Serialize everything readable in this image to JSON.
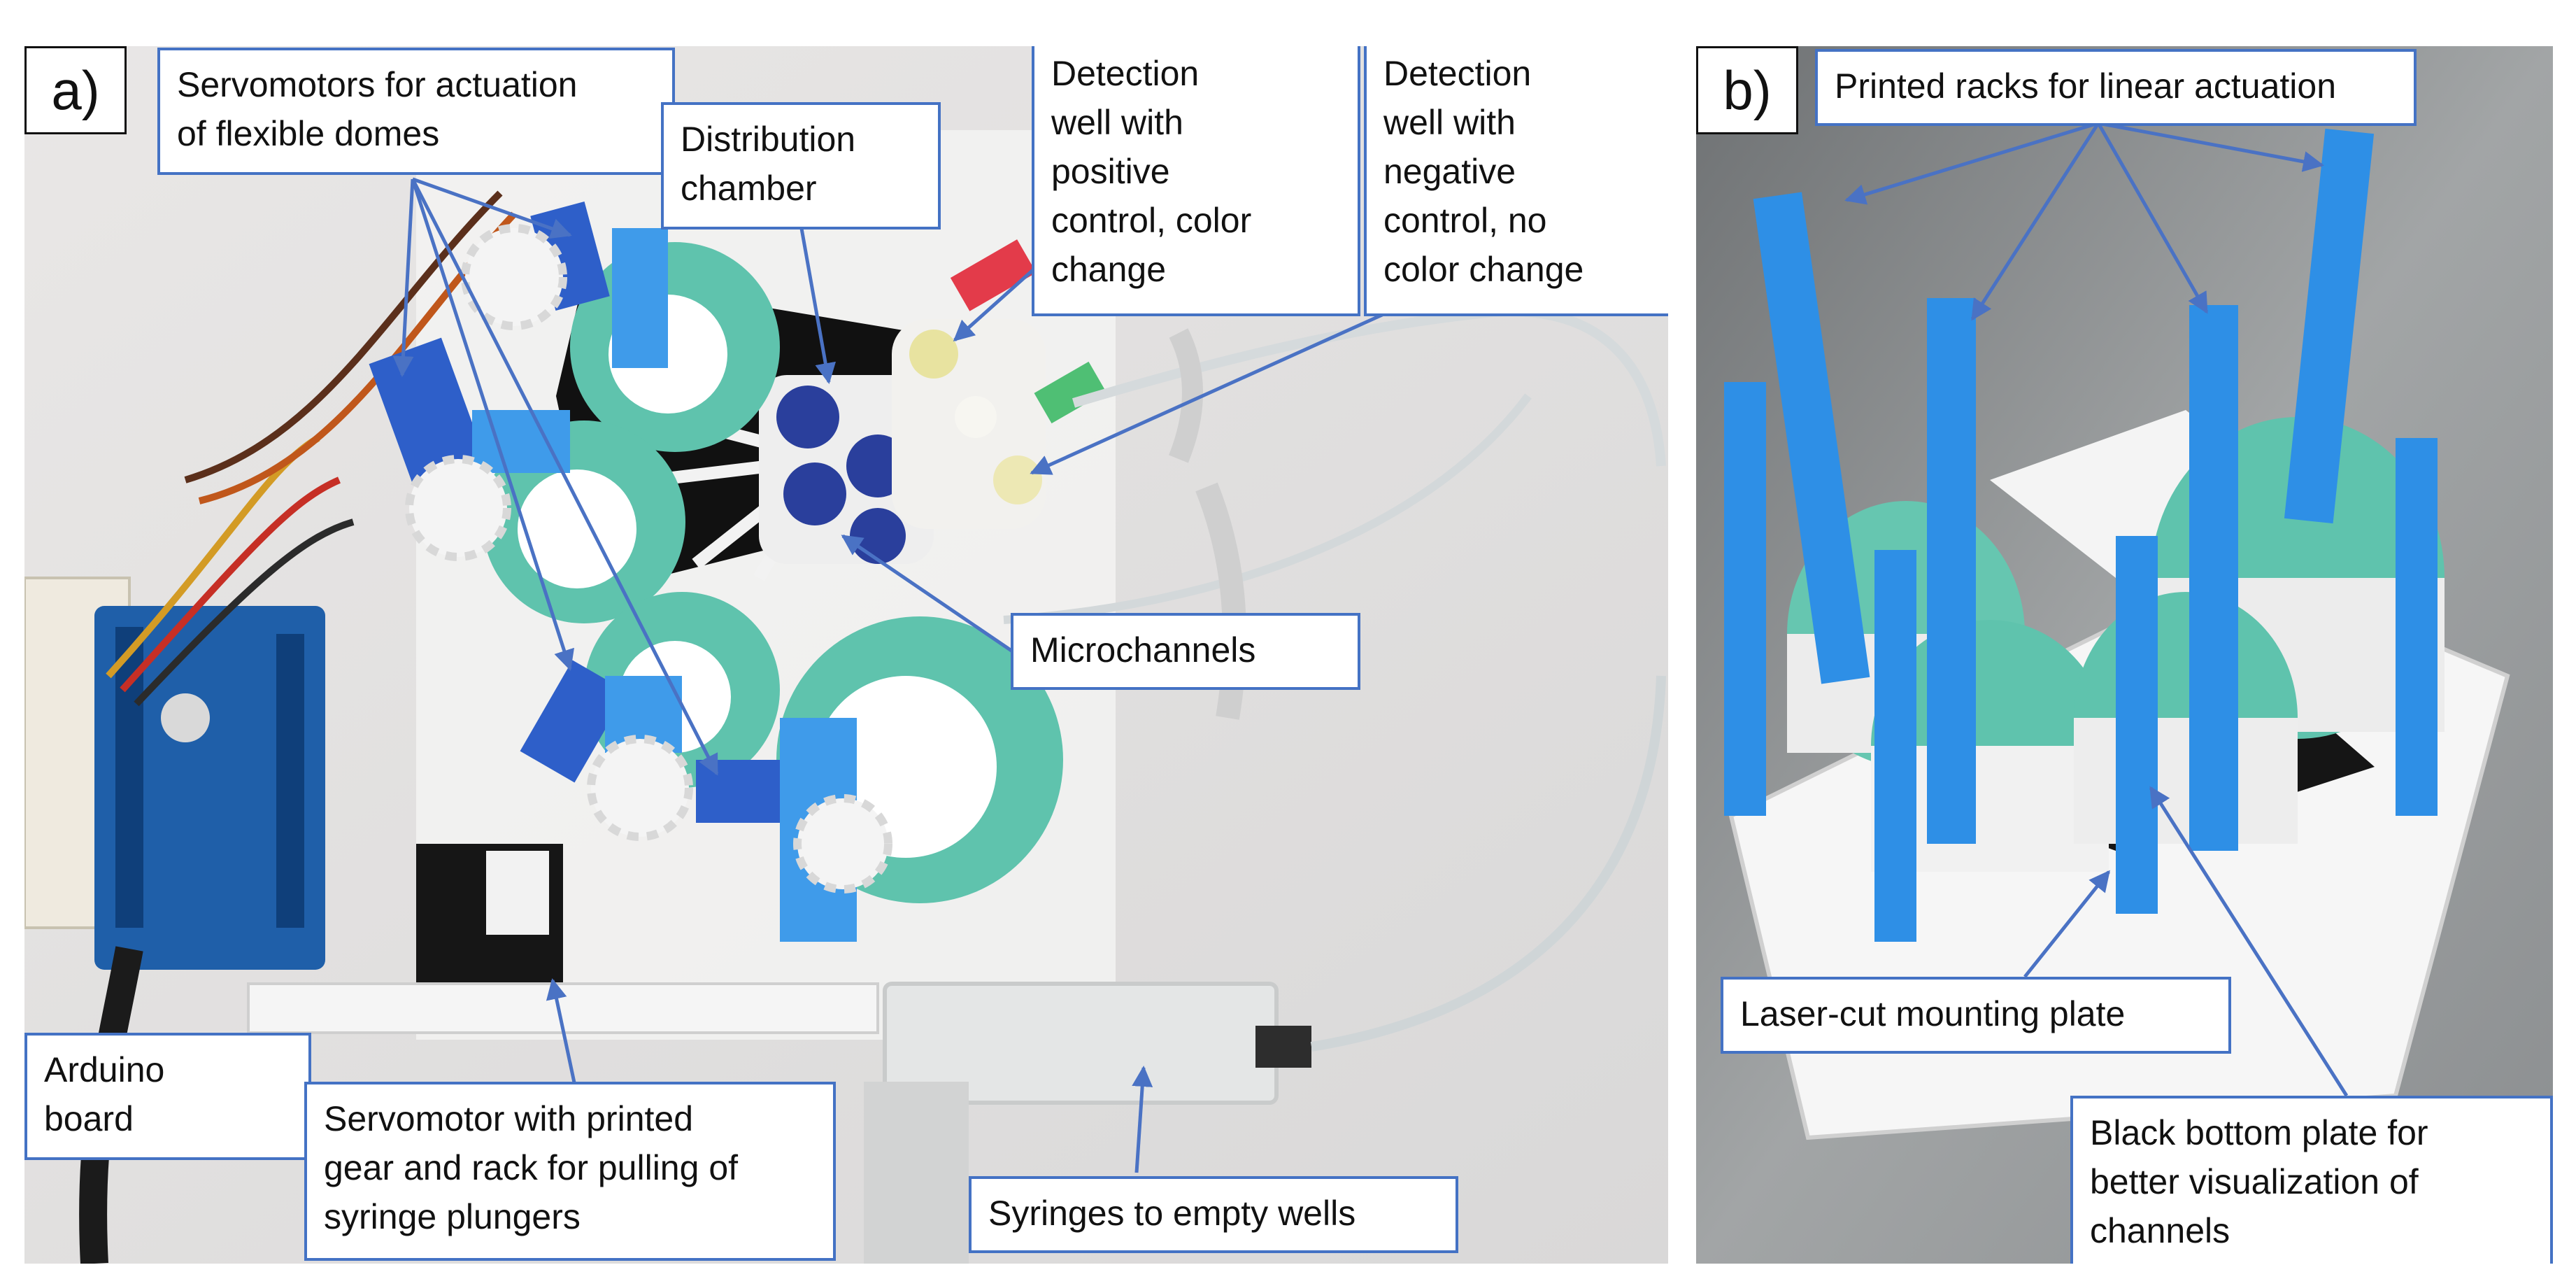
{
  "panel_a": {
    "letter": "a)",
    "callouts": {
      "servomotors_domes": "Servomotors for actuation\nof flexible domes",
      "distribution_chamber": "Distribution\nchamber",
      "detection_positive": "Detection\nwell with\npositive\ncontrol, color\nchange",
      "detection_negative": "Detection\nwell with\nnegative\ncontrol, no\ncolor change",
      "microchannels": "Microchannels",
      "arduino_board": "Arduino\nboard",
      "servomotor_rack": "Servomotor with printed\ngear and rack for pulling of\nsyringe plungers",
      "syringes": "Syringes to empty wells"
    }
  },
  "panel_b": {
    "letter": "b)",
    "callouts": {
      "printed_racks": "Printed racks for linear actuation",
      "laser_cut_plate": "Laser-cut mounting plate",
      "black_bottom_plate": "Black bottom plate for\nbetter visualization of\nchannels"
    }
  },
  "colors": {
    "callout_border": "#4472c4",
    "arrow": "#4a72c4",
    "printed_blue": "#2e8fe6",
    "dome_teal": "#5fc3ad",
    "well_blue": "#2a3f9c"
  }
}
